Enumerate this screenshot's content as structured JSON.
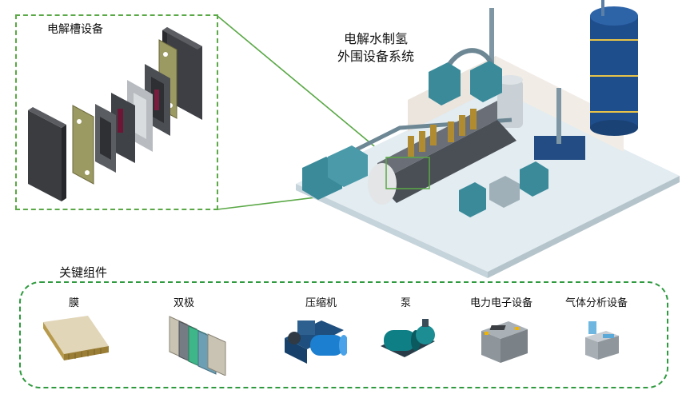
{
  "zoom_panel": {
    "title": "电解槽设备"
  },
  "system": {
    "title_line1": "电解水制氢",
    "title_line2": "外围设备系统"
  },
  "components": {
    "section_title": "关键组件",
    "items": [
      {
        "label": "膜",
        "icon": "membrane-icon"
      },
      {
        "label": "双极",
        "icon": "bipolar-plate-icon"
      },
      {
        "label": "压缩机",
        "icon": "compressor-icon"
      },
      {
        "label": "泵",
        "icon": "pump-icon"
      },
      {
        "label": "电力电子设备",
        "icon": "power-electronics-icon"
      },
      {
        "label": "气体分析设备",
        "icon": "gas-analyzer-icon"
      }
    ]
  },
  "colors": {
    "dashed_border": "#2f9a3f",
    "zoom_line": "#5aa846",
    "equipment_teal": "#3a8a9a",
    "tank_blue": "#1f4e8c"
  }
}
